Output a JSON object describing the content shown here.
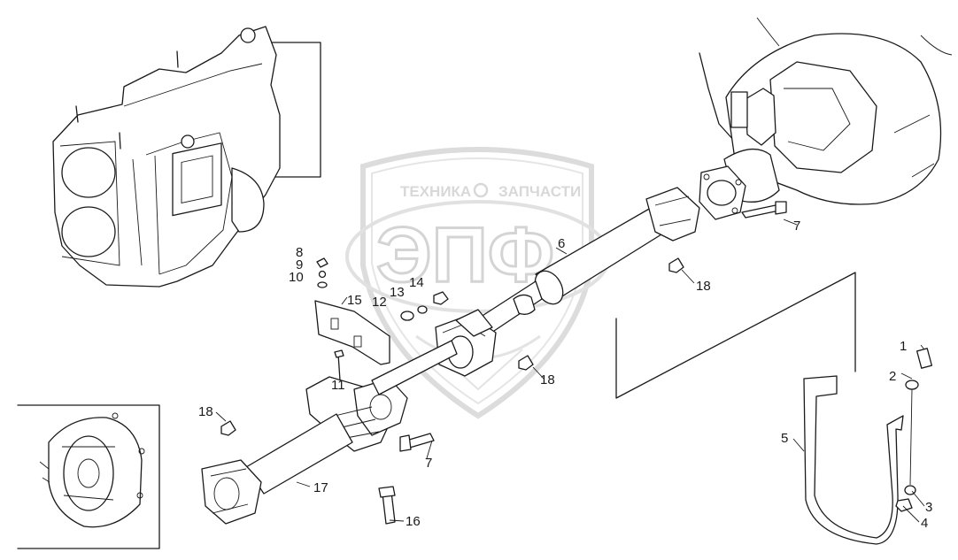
{
  "watermark": {
    "top_text": "ТЕХНИКА",
    "top_text_right": "ЗАПЧАСТИ",
    "big_text": "ЭПФ"
  },
  "callouts": {
    "c1": "1",
    "c2": "2",
    "c3": "3",
    "c4": "4",
    "c5": "5",
    "c6": "6",
    "c7a": "7",
    "c7b": "7",
    "c8": "8",
    "c9": "9",
    "c10": "10",
    "c11": "11",
    "c12": "12",
    "c13": "13",
    "c14": "14",
    "c15": "15",
    "c16": "16",
    "c17": "17",
    "c18a": "18",
    "c18b": "18",
    "c18c": "18"
  },
  "colors": {
    "line": "#1a1a1a",
    "watermark": "#d4d4d4",
    "background": "#ffffff"
  }
}
